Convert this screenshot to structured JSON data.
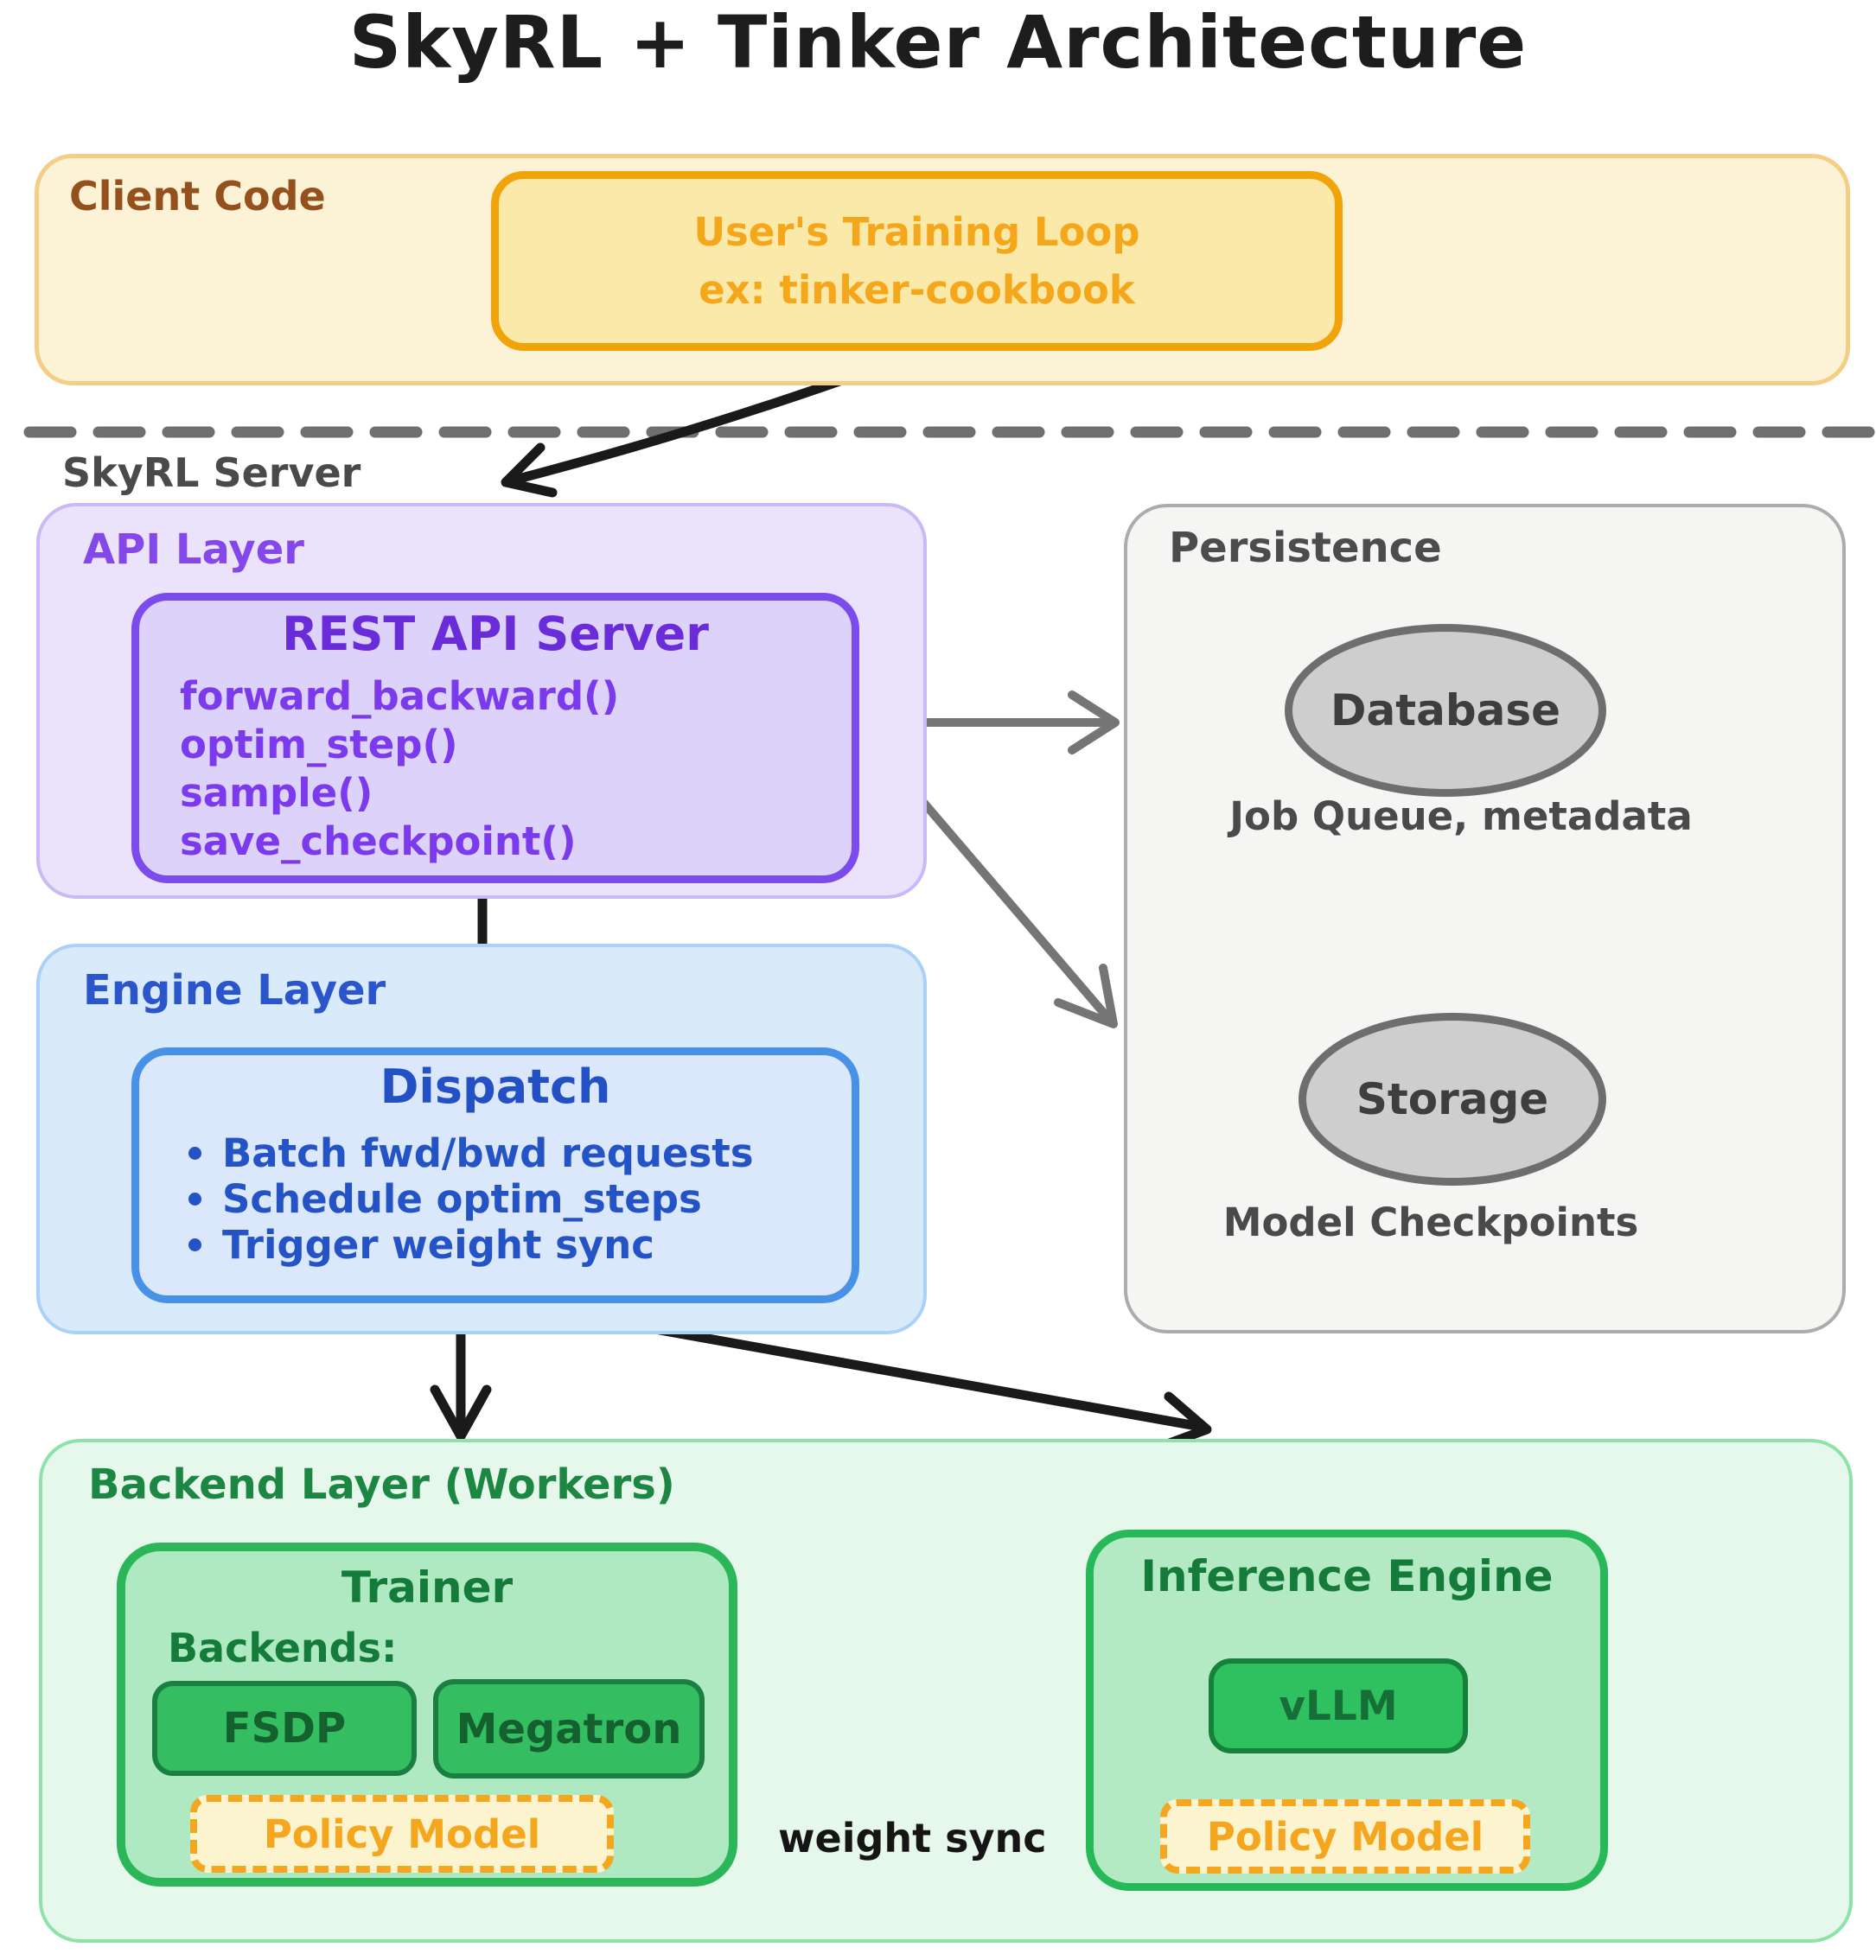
{
  "title": "SkyRL + Tinker Architecture",
  "client": {
    "label": "Client Code",
    "training_loop": {
      "line1": "User's Training Loop",
      "line2": "ex: tinker-cookbook"
    }
  },
  "server": {
    "label": "SkyRL Server"
  },
  "api": {
    "label": "API Layer",
    "rest": {
      "title": "REST API Server",
      "methods": [
        "forward_backward()",
        "optim_step()",
        "sample()",
        "save_checkpoint()"
      ]
    }
  },
  "persistence": {
    "label": "Persistence",
    "database": {
      "name": "Database",
      "caption": "Job Queue, metadata"
    },
    "storage": {
      "name": "Storage",
      "caption": "Model Checkpoints"
    }
  },
  "engine": {
    "label": "Engine Layer",
    "dispatch": {
      "title": "Dispatch",
      "bullets": [
        "Batch fwd/bwd requests",
        "Schedule optim_steps",
        "Trigger weight sync"
      ]
    }
  },
  "backend": {
    "label": "Backend Layer (Workers)",
    "trainer": {
      "title": "Trainer",
      "backends_label": "Backends:",
      "backends": [
        "FSDP",
        "Megatron"
      ],
      "policy_model": "Policy Model"
    },
    "inference": {
      "title": "Inference Engine",
      "engine": "vLLM",
      "policy_model": "Policy Model"
    },
    "weight_sync_label": "weight sync"
  },
  "colors": {
    "client_fill": "#FCF3D7",
    "client_border": "#F5CE85",
    "client_label": "#94511D",
    "training_fill": "#FBE9AA",
    "training_border": "#F1A40A",
    "training_text": "#F5A71C",
    "divider": "#6F6F6F",
    "server_label": "#4A4A4A",
    "api_fill": "#EAE3FB",
    "api_border": "#C9B9F5",
    "api_label": "#8447EA",
    "rest_fill": "#DDD2F9",
    "rest_border": "#7B4BEC",
    "rest_text": "#6A2BD9",
    "persistence_fill": "#F5F5F4",
    "persistence_border": "#ACACAC",
    "persistence_label": "#4C4C4C",
    "ellipse_fill": "#CECECE",
    "ellipse_border": "#6E6E6E",
    "engine_fill": "#D9EAFB",
    "engine_border": "#AAD1F7",
    "engine_label": "#2B55CB",
    "dispatch_fill": "#DBE7FA",
    "dispatch_border": "#4792E6",
    "dispatch_text": "#2350C5",
    "backend_fill": "#E6F8EC",
    "backend_border": "#8DE3A7",
    "backend_label": "#1C8643",
    "trainer_fill": "#AFE9C1",
    "trainer_border": "#2BB757",
    "trainer_label": "#157B3B",
    "chip_fill": "#35BE61",
    "chip_border": "#1C7F42",
    "chip_text": "#14602F",
    "policy_fill": "#FCF3CF",
    "policy_border": "#F5A61F",
    "arrow_black": "#1A1A1A",
    "arrow_gray": "#757575"
  }
}
